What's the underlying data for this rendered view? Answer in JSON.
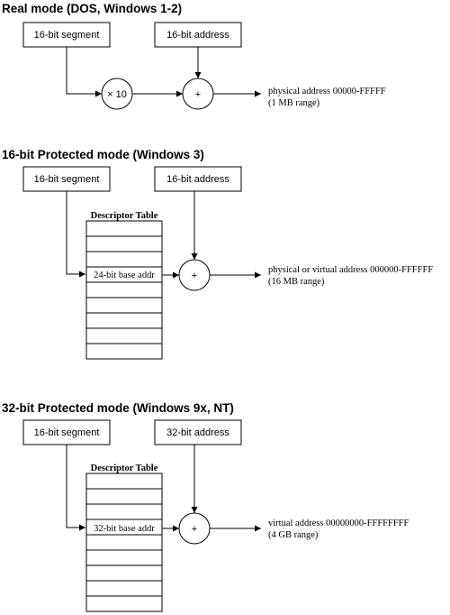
{
  "sections": [
    {
      "heading": "Real mode (DOS, Windows 1-2)",
      "segment": "16-bit segment",
      "address": "16-bit address",
      "multiplier": "× 10",
      "adder": "+",
      "result_line1": "physical address 00000-FFFFF",
      "result_line2": "(1 MB range)"
    },
    {
      "heading": "16-bit Protected mode (Windows 3)",
      "segment": "16-bit segment",
      "address": "16-bit address",
      "table_title": "Descriptor Table",
      "base_entry": "24-bit base addr",
      "adder": "+",
      "result_line1": "physical or virtual address 000000-FFFFFF",
      "result_line2": "(16 MB range)"
    },
    {
      "heading": "32-bit Protected mode (Windows 9x, NT)",
      "segment": "16-bit segment",
      "address": "32-bit address",
      "table_title": "Descriptor Table",
      "base_entry": "32-bit base addr",
      "adder": "+",
      "result_line1": "virtual address 00000000-FFFFFFFF",
      "result_line2": "(4 GB range)"
    }
  ]
}
